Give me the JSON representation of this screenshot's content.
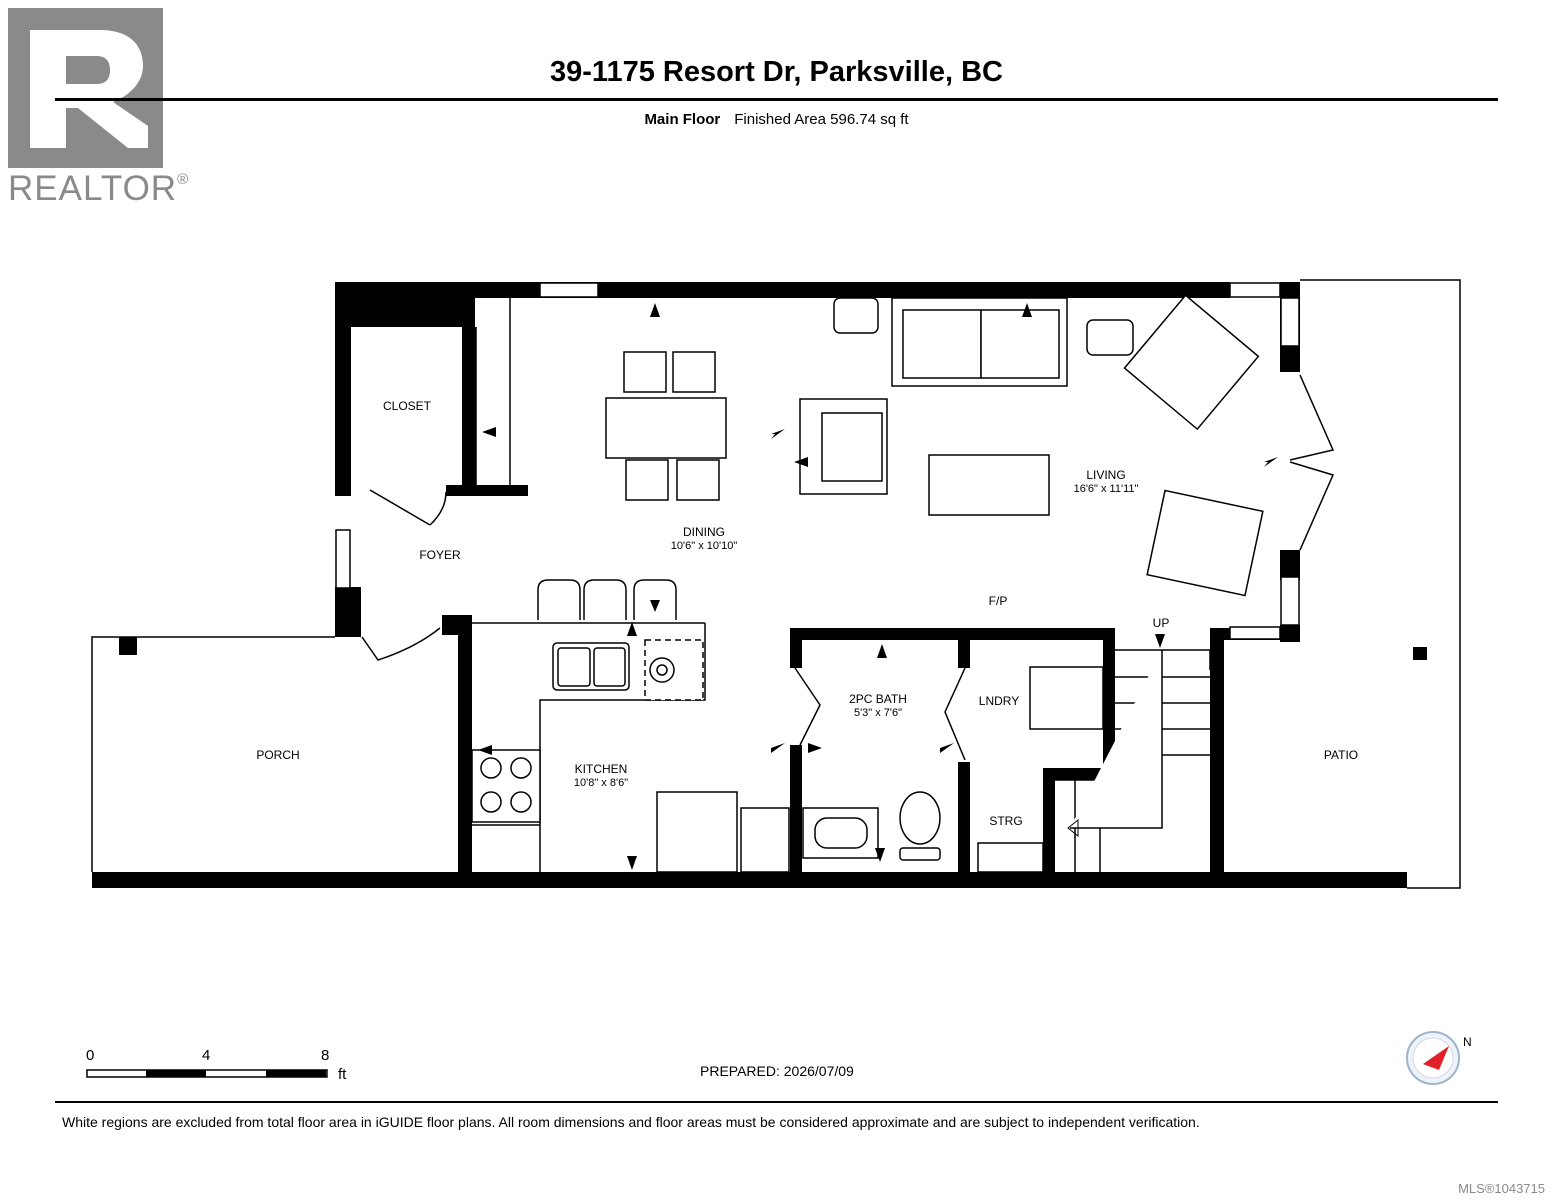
{
  "header": {
    "address": "39-1175 Resort Dr, Parksville, BC",
    "floor_name": "Main Floor",
    "finished_area": "Finished Area 596.74 sq ft"
  },
  "logo": {
    "word": "REALTOR",
    "mark": "®",
    "color": "#8a8a8a"
  },
  "rooms": {
    "closet": {
      "name": "CLOSET"
    },
    "foyer": {
      "name": "FOYER"
    },
    "dining": {
      "name": "DINING",
      "dim": "10'6\" x 10'10\""
    },
    "living": {
      "name": "LIVING",
      "dim": "16'6\" x 11'11\""
    },
    "fp": {
      "name": "F/P"
    },
    "up": {
      "name": "UP"
    },
    "bath": {
      "name": "2PC BATH",
      "dim": "5'3\" x 7'6\""
    },
    "lndry": {
      "name": "LNDRY"
    },
    "strg": {
      "name": "STRG"
    },
    "kitchen": {
      "name": "KITCHEN",
      "dim": "10'8\" x 8'6\""
    },
    "porch": {
      "name": "PORCH"
    },
    "patio": {
      "name": "PATIO"
    }
  },
  "scale": {
    "ticks": [
      "0",
      "4",
      "8"
    ],
    "unit": "ft"
  },
  "compass": {
    "label": "N",
    "color": "#e01f26"
  },
  "footer": {
    "prepared": "PREPARED: 2026/07/09",
    "disclaimer": "White regions are excluded from total floor area in iGUIDE floor plans. All room dimensions and floor areas must be considered approximate and are subject to independent verification.",
    "mls": "MLS®1043715"
  }
}
